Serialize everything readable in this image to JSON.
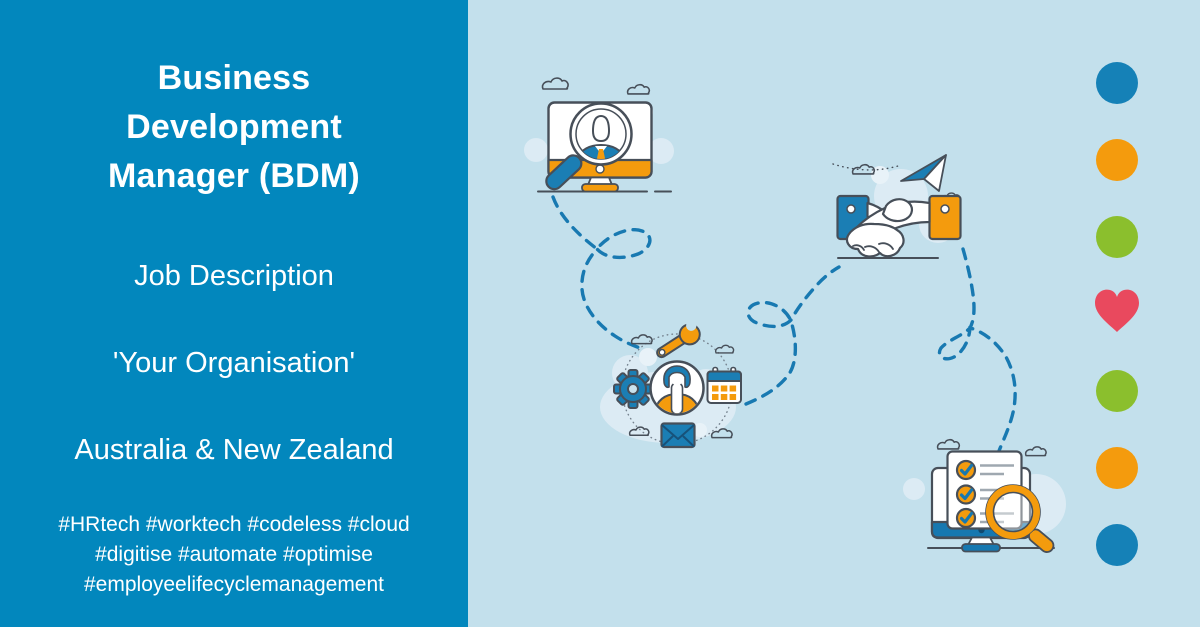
{
  "panel": {
    "background": "#0287BD",
    "text_color": "#FFFFFF",
    "title": "Business Development Manager (BDM)",
    "title_lines": [
      "Business",
      "Development",
      "Manager (BDM)"
    ],
    "subtitles": [
      "Job Description",
      "'Your Organisation'",
      "Australia & New Zealand"
    ],
    "hashtag_lines": [
      "#HRtech #worktech #codeless #cloud",
      "#digitise #automate #optimise",
      "#employeelifecyclemanagement"
    ]
  },
  "canvas": {
    "background": "#C3E0EC",
    "path_color": "#1879B1",
    "outline_color": "#474F59",
    "accent_blue": "#1B7EB4",
    "accent_orange": "#F49B0D",
    "blob_color": "#DCEBF4",
    "illustrations": [
      {
        "name": "candidate-search-monitor",
        "description": "monitor with magnifying glass over businessman avatar"
      },
      {
        "name": "agreement-handshake",
        "description": "handshake between blue and orange sleeves with paper plane"
      },
      {
        "name": "profile-orbit",
        "description": "person avatar orbited by wrench, gear, calendar and envelope"
      },
      {
        "name": "checklist-review",
        "description": "monitor with ticked checklist and magnifying glass"
      }
    ]
  },
  "decor": {
    "dots": [
      {
        "shape": "circle",
        "color": "#1581B7"
      },
      {
        "shape": "circle",
        "color": "#F49B0D"
      },
      {
        "shape": "circle",
        "color": "#8BBF2D"
      },
      {
        "shape": "heart",
        "color": "#E9495E"
      },
      {
        "shape": "circle",
        "color": "#8BBF2D"
      },
      {
        "shape": "circle",
        "color": "#F49B0D"
      },
      {
        "shape": "circle",
        "color": "#1581B7"
      }
    ]
  }
}
